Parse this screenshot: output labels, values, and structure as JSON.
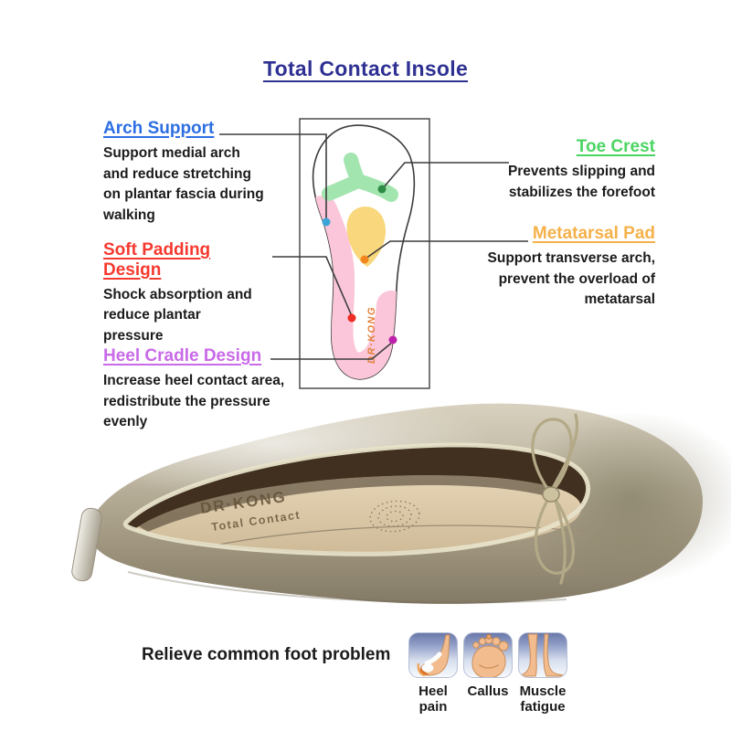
{
  "title": "Total Contact Insole",
  "colors": {
    "title": "#2e3192",
    "body_text": "#1b1b1b",
    "connector_line": "#3d3d3d",
    "diagram_box_border": "#4c4c4c"
  },
  "annotations": {
    "left": [
      {
        "heading": "Arch Support",
        "color": "#2d6fe3",
        "body": "Support medial arch and reduce stretching on plantar fascia during walking"
      },
      {
        "heading": "Soft Padding Design",
        "color": "#f6392f",
        "body": "Shock absorption and reduce plantar pressure"
      },
      {
        "heading": "Heel Cradle Design",
        "color": "#c96ae8",
        "body": "Increase heel contact area, redistribute the pressure evenly"
      }
    ],
    "right": [
      {
        "heading": "Toe Crest",
        "color": "#4bd563",
        "body": "Prevents slipping and stabilizes the forefoot"
      },
      {
        "heading": "Metatarsal Pad",
        "color": "#f5b14a",
        "body": "Support transverse arch, prevent the overload of metatarsal"
      }
    ]
  },
  "diagram": {
    "brand_label": "DR·KONG",
    "regions": {
      "toe_crest": "#a3e5af",
      "metatarsal_pad": "#f8d77d",
      "padding_pink": "#fbc6d9"
    },
    "dots": {
      "arch_support": "#3ba5d8",
      "toe_crest": "#2e8b44",
      "metatarsal_pad": "#f1861d",
      "soft_padding": "#ee2b24",
      "heel_cradle": "#bd20ab"
    }
  },
  "shoe": {
    "insole_brand": "DR·KONG",
    "insole_line": "Total Contact"
  },
  "footer": {
    "heading": "Relieve common foot problem",
    "problems": [
      {
        "label": "Heel pain",
        "icon": "heel-pain-icon"
      },
      {
        "label": "Callus",
        "icon": "callus-icon"
      },
      {
        "label": "Muscle fatigue",
        "icon": "muscle-fatigue-icon"
      }
    ]
  }
}
